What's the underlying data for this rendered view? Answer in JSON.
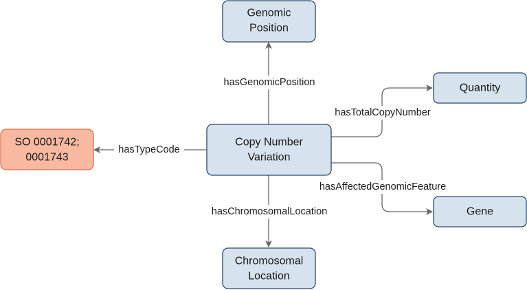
{
  "nodes": {
    "genomic_position": {
      "lines": [
        "Genomic",
        "Position"
      ]
    },
    "copy_number_variation": {
      "lines": [
        "Copy Number",
        "Variation"
      ]
    },
    "so_type_code": {
      "lines": [
        "SO 0001742;",
        "0001743"
      ]
    },
    "quantity": {
      "lines": [
        "Quantity"
      ]
    },
    "gene": {
      "lines": [
        "Gene"
      ]
    },
    "chromosomal_location": {
      "lines": [
        "Chromosomal",
        "Location"
      ]
    }
  },
  "edges": {
    "has_genomic_position": {
      "label": "hasGenomicPosition"
    },
    "has_type_code": {
      "label": "hasTypeCode"
    },
    "has_total_copy_number": {
      "label": "hasTotalCopyNumber"
    },
    "has_affected_genomic_feature": {
      "label": "hasAffectedGenomicFeature"
    },
    "has_chromosomal_location": {
      "label": "hasChromosomalLocation"
    }
  },
  "colors": {
    "node_fill": "#d6e2ed",
    "node_border": "#2a4866",
    "type_code_fill": "#f8b9a0",
    "type_code_border": "#e26f49",
    "edge": "#666666"
  }
}
